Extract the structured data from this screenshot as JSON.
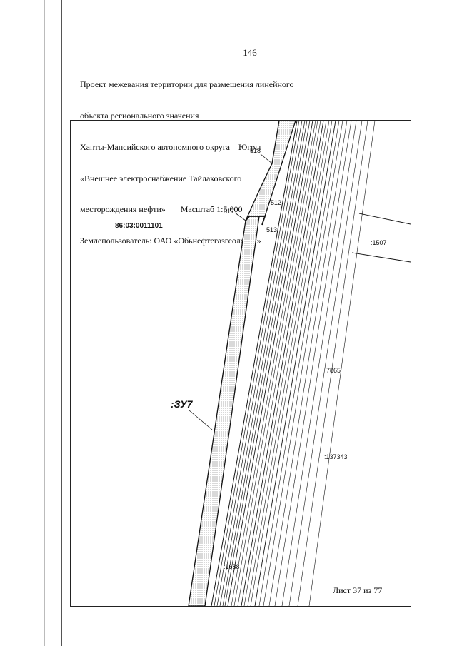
{
  "page_number": "146",
  "header_lines": [
    "Проект межевания территории для размещения линейного",
    "объекта регионального значения",
    "Ханты-Мансийского автономного округа – Югры",
    "«Внешнее электроснабжение Тайлаковского",
    "месторождения нефти»       Масштаб 1:5 000",
    "Землепользователь: ОАО «Обьнефтегазгеология»"
  ],
  "map": {
    "cadastral_block": "86:03:0011101",
    "parcel_label": ":ЗУ7",
    "points": {
      "p518": "518",
      "p517": "517",
      "p512": "512",
      "p513": "513"
    },
    "neighbor_labels": {
      "n1507": ":1507",
      "n7865": "7865",
      "n137343": ":137343",
      "n1688": ":1688"
    }
  },
  "sheet_label": "Лист 37 из 77",
  "colors": {
    "ink": "#111111",
    "hatch": "#8a8a8a"
  }
}
